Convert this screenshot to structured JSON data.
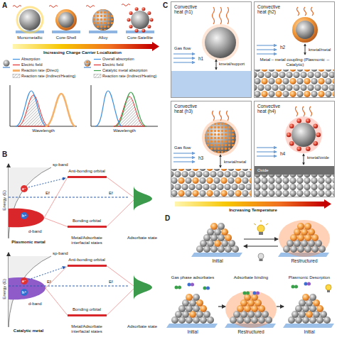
{
  "diagram": {
    "nodes": [
      {
        "text": [
          "Convective heat (h1)",
          "Gas flow",
          "h1",
          "kmetal/support"
        ]
      },
      {
        "text": [
          "Convective heat (h2)",
          "h2",
          "kmetal/metal",
          "Metal – metal coupling (Plasmonic ↔ Catalytic)"
        ]
      },
      {
        "text": [
          "Convective heat (h3)",
          "Gas flow",
          "h3",
          "kmetal/metal"
        ]
      },
      {
        "text": [
          "Convective heat (h4)",
          "h4",
          "Oxide",
          "kmetal/oxide"
        ]
      },
      {
        "text": [
          "Initial"
        ]
      },
      {
        "text": [
          "Restructured"
        ]
      },
      {
        "text": [
          "Gas phase adsorbates",
          "Initial"
        ]
      },
      {
        "text": [
          "Adsorbate binding",
          "Restructured"
        ]
      },
      {
        "text": [
          "Plasmonic Desorption",
          "Initial"
        ]
      }
    ],
    "edges": [
      {
        "from": 4,
        "to": 5,
        "arrow": "to"
      },
      {
        "from": 5,
        "to": 4,
        "arrow": "to"
      },
      {
        "from": 6,
        "to": 7,
        "arrow": "to"
      },
      {
        "from": 7,
        "to": 8,
        "arrow": "to"
      }
    ],
    "labels": [
      "A",
      "Monometallic",
      "Core-Shell",
      "Alloy",
      "Core-Satellite",
      "Increasing Charge Carrier Localization",
      "Wavelength",
      "Wavelength",
      "B",
      "Energy (E)",
      "sp-band",
      "d-band",
      "Ef",
      "Anti-bonding orbital",
      "Bonding orbital",
      "Ef",
      "Plasmonic metal",
      "Metal/Adsorbate interfacial states",
      "Adsorbate state",
      "Energy (E)",
      "sp-band",
      "d-band",
      "Ef",
      "Anti-bonding orbital",
      "Bonding orbital",
      "Ef",
      "Catalytic metal",
      "Metal/Adsorbate interfacial states",
      "Adsorbate state",
      "C",
      "Increasing Temperature",
      "D",
      "e⁻",
      "h⁺",
      "e⁻",
      "h⁺"
    ],
    "legend": [
      {
        "text": "Absorption"
      },
      {
        "text": "Electric field"
      },
      {
        "text": "Reaction rate (Direct)"
      },
      {
        "text": "Reaction rate (Indirect/Heating)"
      },
      {
        "text": "Overall absorption"
      },
      {
        "text": "Electric field"
      },
      {
        "text": "Catalytic metal absorption"
      },
      {
        "text": "Reaction rate (Indirect/Heating)"
      }
    ]
  }
}
